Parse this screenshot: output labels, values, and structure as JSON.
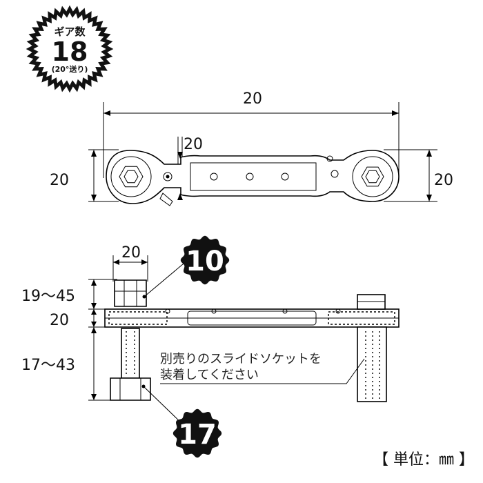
{
  "gear_badge": {
    "title": "ギア数",
    "number": "18",
    "subtitle": "(20°送り)"
  },
  "top_view": {
    "overall_length": "20",
    "left_height": "20",
    "center_width": "20",
    "right_height": "20"
  },
  "side_view": {
    "socket_width": "20",
    "upper_length": "19～45",
    "body_thickness": "20",
    "lower_length": "17～43"
  },
  "callouts": {
    "upper_size": "10",
    "lower_size": "17"
  },
  "note": {
    "line1": "別売りのスライドソケットを",
    "line2": "装着してください"
  },
  "unit_label": "【 単位：㎜ 】"
}
